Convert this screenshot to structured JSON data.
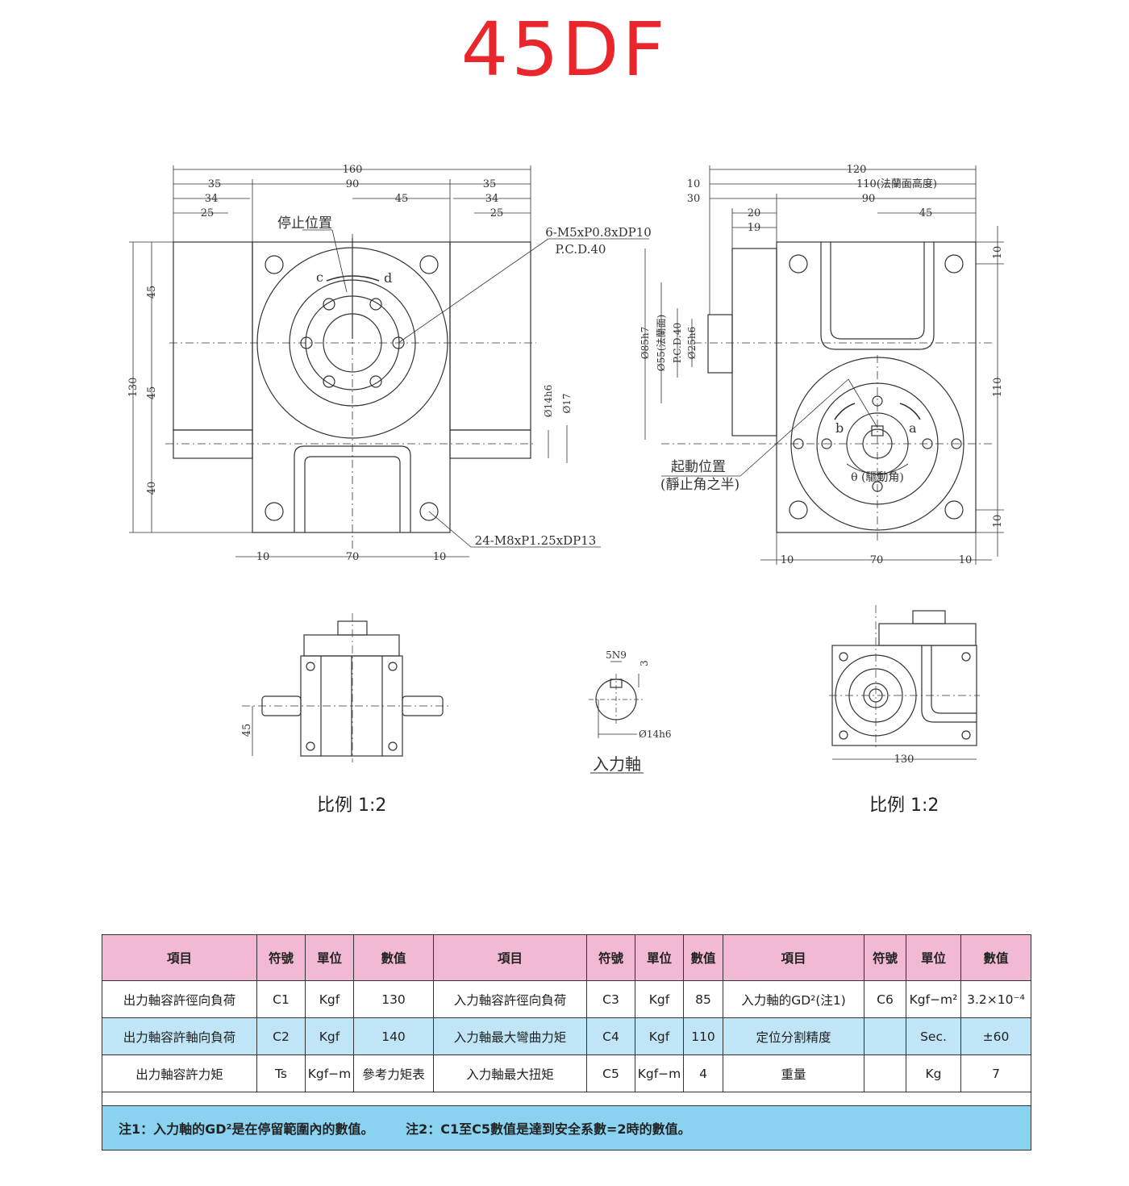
{
  "title": "45DF",
  "drawing": {
    "front": {
      "dims_top": [
        "160",
        "35",
        "90",
        "35",
        "34",
        "45",
        "34",
        "25",
        "25"
      ],
      "dims_left": [
        "130",
        "45",
        "45",
        "40"
      ],
      "dims_bottom": [
        "10",
        "70",
        "10"
      ],
      "dims_right": [
        "Ø14h6",
        "Ø17"
      ],
      "stop_label": "停止位置",
      "dir_c": "c",
      "dir_d": "d",
      "hole_note_line1": "6-M5xP0.8xDP10",
      "hole_note_line2": "P.C.D.40",
      "mount_note": "24-M8xP1.25xDP13"
    },
    "side": {
      "dims_top": [
        "120",
        "10",
        "110(法蘭面高度)",
        "30",
        "90",
        "20",
        "45",
        "19"
      ],
      "dims_left": [
        "Ø85h7",
        "Ø55(法蘭面)",
        "P.C.D.40",
        "Ø25h6"
      ],
      "dims_right": [
        "10",
        "110",
        "10"
      ],
      "dims_bottom": [
        "10",
        "70",
        "10"
      ],
      "dir_a": "a",
      "dir_b": "b",
      "theta_label": "θ (驅動角)",
      "start_label_line1": "起動位置",
      "start_label_line2": "(靜止角之半)"
    },
    "small_left": {
      "dim": "45",
      "scale": "比例 1:2"
    },
    "shaft": {
      "keyway": "5N9",
      "depth": "3",
      "dia": "Ø14h6",
      "caption": "入力軸"
    },
    "small_right": {
      "dim": "130",
      "scale": "比例 1:2"
    }
  },
  "table": {
    "headers": [
      "項目",
      "符號",
      "單位",
      "數值",
      "項目",
      "符號",
      "單位",
      "數值",
      "項目",
      "符號",
      "單位",
      "數值"
    ],
    "rows": [
      [
        "出力軸容許徑向負荷",
        "C1",
        "Kgf",
        "130",
        "入力軸容許徑向負荷",
        "C3",
        "Kgf",
        "85",
        "入力軸的GD²(注1)",
        "C6",
        "Kgf−m²",
        "3.2×10⁻⁴"
      ],
      [
        "出力軸容許軸向負荷",
        "C2",
        "Kgf",
        "140",
        "入力軸最大彎曲力矩",
        "C4",
        "Kgf",
        "110",
        "定位分割精度",
        "",
        "Sec.",
        "±60"
      ],
      [
        "出力軸容許力矩",
        "Ts",
        "Kgf−m",
        "參考力矩表",
        "入力軸最大扭矩",
        "C5",
        "Kgf−m",
        "4",
        "重量",
        "",
        "Kg",
        "7"
      ]
    ],
    "note1": "注1：入力軸的GD²是在停留範圍內的數值。",
    "note2": "注2：C1至C5數值是達到安全系數=2時的數值。"
  }
}
